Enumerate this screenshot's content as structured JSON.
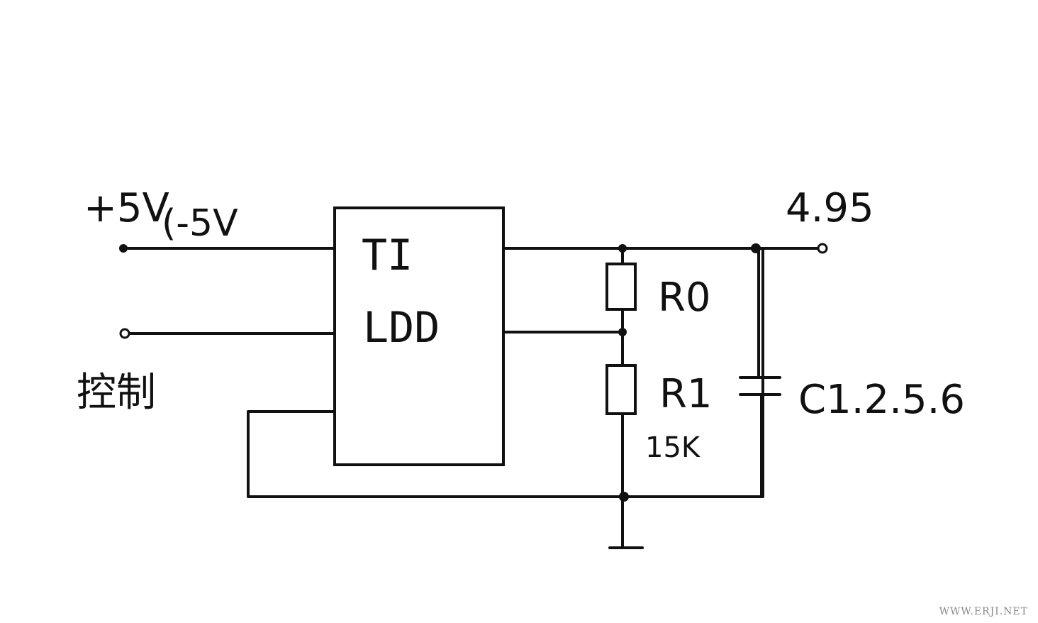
{
  "labels": {
    "input_voltage": "+5V",
    "input_range": "(-5V",
    "control": "控制",
    "chip_line1": "TI",
    "chip_line2": "LDD",
    "output_voltage": "4.95",
    "r0": "R0",
    "r1": "R1",
    "r1_value": "15K",
    "capacitor": "C1.2.5.6"
  },
  "watermark": "WWW.ERJI.NET",
  "colors": {
    "ink": "#111111",
    "paper": "#ffffff",
    "watermark": "#8a8a8a"
  }
}
